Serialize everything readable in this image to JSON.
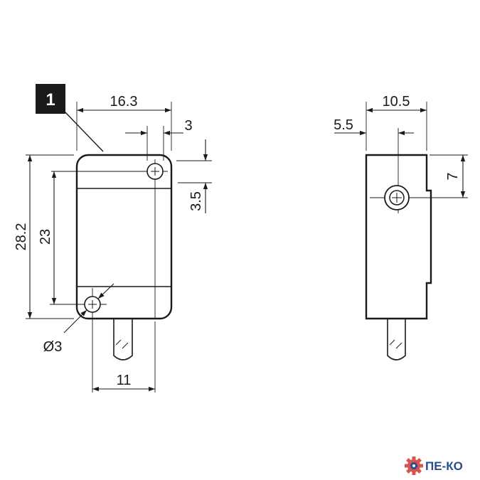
{
  "callout": {
    "label": "1"
  },
  "front_view": {
    "dims": {
      "width_overall": "16.3",
      "hole_offset_right": "3",
      "hole_offset_top": "3.5",
      "height_overall": "28.2",
      "hole_spacing": "23",
      "hole_diameter": "Ø3",
      "cable_offset": "11"
    }
  },
  "side_view": {
    "dims": {
      "depth_overall": "10.5",
      "hole_offset_side": "5.5",
      "hole_offset_top": "7"
    }
  },
  "logo": {
    "text": "ПЕ-КО",
    "icon": "gear-icon",
    "color": "#2a4d8f"
  }
}
